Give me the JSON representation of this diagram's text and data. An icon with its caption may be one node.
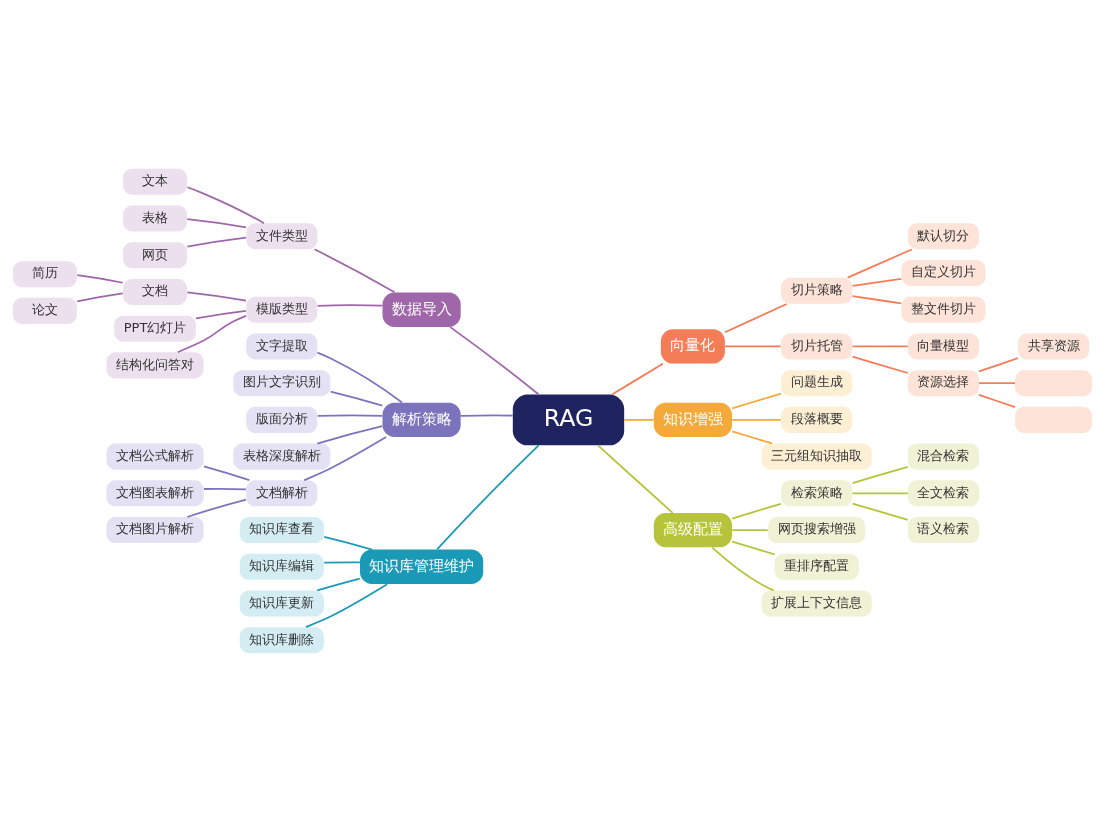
{
  "diagram": {
    "nodes": [
      {
        "text": [
          "RAG"
        ]
      },
      {
        "text": [
          "数据导入"
        ]
      },
      {
        "text": [
          "文件类型"
        ]
      },
      {
        "text": [
          "文本"
        ]
      },
      {
        "text": [
          "表格"
        ]
      },
      {
        "text": [
          "网页"
        ]
      },
      {
        "text": [
          "模版类型"
        ]
      },
      {
        "text": [
          "文档"
        ]
      },
      {
        "text": [
          "简历"
        ]
      },
      {
        "text": [
          "论文"
        ]
      },
      {
        "text": [
          "PPT幻灯片"
        ]
      },
      {
        "text": [
          "结构化问答对"
        ]
      },
      {
        "text": [
          "解析策略"
        ]
      },
      {
        "text": [
          "文字提取"
        ]
      },
      {
        "text": [
          "图片文字识别"
        ]
      },
      {
        "text": [
          "版面分析"
        ]
      },
      {
        "text": [
          "表格深度解析"
        ]
      },
      {
        "text": [
          "文档解析"
        ]
      },
      {
        "text": [
          "文档公式解析"
        ]
      },
      {
        "text": [
          "文档图表解析"
        ]
      },
      {
        "text": [
          "文档图片解析"
        ]
      },
      {
        "text": [
          "知识库管理维护"
        ]
      },
      {
        "text": [
          "知识库查看"
        ]
      },
      {
        "text": [
          "知识库编辑"
        ]
      },
      {
        "text": [
          "知识库更新"
        ]
      },
      {
        "text": [
          "知识库删除"
        ]
      },
      {
        "text": [
          "向量化"
        ]
      },
      {
        "text": [
          "切片策略"
        ]
      },
      {
        "text": [
          "默认切分"
        ]
      },
      {
        "text": [
          "自定义切片"
        ]
      },
      {
        "text": [
          "整文件切片"
        ]
      },
      {
        "text": [
          "切片托管"
        ]
      },
      {
        "text": [
          "向量模型"
        ]
      },
      {
        "text": [
          "资源选择"
        ]
      },
      {
        "text": [
          "共享资源"
        ]
      },
      {
        "text": [],
        "shape": "box"
      },
      {
        "text": [],
        "shape": "box"
      },
      {
        "text": [
          "知识增强"
        ]
      },
      {
        "text": [
          "问题生成"
        ]
      },
      {
        "text": [
          "段落概要"
        ]
      },
      {
        "text": [
          "三元组知识抽取"
        ]
      },
      {
        "text": [
          "高级配置"
        ]
      },
      {
        "text": [
          "检索策略"
        ]
      },
      {
        "text": [
          "混合检索"
        ]
      },
      {
        "text": [
          "全文检索"
        ]
      },
      {
        "text": [
          "语义检索"
        ]
      },
      {
        "text": [
          "网页搜索增强"
        ]
      },
      {
        "text": [
          "重排序配置"
        ]
      },
      {
        "text": [
          "扩展上下文信息"
        ]
      }
    ],
    "edges": [
      {
        "from": 0,
        "to": 1,
        "arrow": "none",
        "color": "#a066aa"
      },
      {
        "from": 1,
        "to": 2,
        "arrow": "none",
        "color": "#a066aa"
      },
      {
        "from": 2,
        "to": 3,
        "arrow": "none",
        "color": "#a066aa"
      },
      {
        "from": 2,
        "to": 4,
        "arrow": "none",
        "color": "#a066aa"
      },
      {
        "from": 2,
        "to": 5,
        "arrow": "none",
        "color": "#a066aa"
      },
      {
        "from": 1,
        "to": 6,
        "arrow": "none",
        "color": "#a066aa"
      },
      {
        "from": 6,
        "to": 7,
        "arrow": "none",
        "color": "#a066aa"
      },
      {
        "from": 7,
        "to": 8,
        "arrow": "none",
        "color": "#a066aa"
      },
      {
        "from": 7,
        "to": 9,
        "arrow": "none",
        "color": "#a066aa"
      },
      {
        "from": 6,
        "to": 10,
        "arrow": "none",
        "color": "#a066aa"
      },
      {
        "from": 6,
        "to": 11,
        "arrow": "none",
        "color": "#a066aa"
      },
      {
        "from": 0,
        "to": 12,
        "arrow": "none",
        "color": "#7b74bd"
      },
      {
        "from": 12,
        "to": 13,
        "arrow": "none",
        "color": "#7b74bd"
      },
      {
        "from": 12,
        "to": 14,
        "arrow": "none",
        "color": "#7b74bd"
      },
      {
        "from": 12,
        "to": 15,
        "arrow": "none",
        "color": "#7b74bd"
      },
      {
        "from": 12,
        "to": 16,
        "arrow": "none",
        "color": "#7b74bd"
      },
      {
        "from": 12,
        "to": 17,
        "arrow": "none",
        "color": "#7b74bd"
      },
      {
        "from": 17,
        "to": 18,
        "arrow": "none",
        "color": "#7b74bd"
      },
      {
        "from": 17,
        "to": 19,
        "arrow": "none",
        "color": "#7b74bd"
      },
      {
        "from": 17,
        "to": 20,
        "arrow": "none",
        "color": "#7b74bd"
      },
      {
        "from": 0,
        "to": 21,
        "arrow": "none",
        "color": "#1b9ab8"
      },
      {
        "from": 21,
        "to": 22,
        "arrow": "none",
        "color": "#1b9ab8"
      },
      {
        "from": 21,
        "to": 23,
        "arrow": "none",
        "color": "#1b9ab8"
      },
      {
        "from": 21,
        "to": 24,
        "arrow": "none",
        "color": "#1b9ab8"
      },
      {
        "from": 21,
        "to": 25,
        "arrow": "none",
        "color": "#1b9ab8"
      },
      {
        "from": 0,
        "to": 26,
        "arrow": "none",
        "color": "#f47c56"
      },
      {
        "from": 26,
        "to": 27,
        "arrow": "none",
        "color": "#f47c56"
      },
      {
        "from": 27,
        "to": 28,
        "arrow": "none",
        "color": "#f47c56"
      },
      {
        "from": 27,
        "to": 29,
        "arrow": "none",
        "color": "#f47c56"
      },
      {
        "from": 27,
        "to": 30,
        "arrow": "none",
        "color": "#f47c56"
      },
      {
        "from": 26,
        "to": 31,
        "arrow": "none",
        "color": "#f47c56"
      },
      {
        "from": 31,
        "to": 32,
        "arrow": "none",
        "color": "#f47c56"
      },
      {
        "from": 31,
        "to": 33,
        "arrow": "none",
        "color": "#f47c56"
      },
      {
        "from": 33,
        "to": 34,
        "arrow": "none",
        "color": "#f47c56"
      },
      {
        "from": 33,
        "to": 35,
        "arrow": "none",
        "color": "#f47c56"
      },
      {
        "from": 33,
        "to": 36,
        "arrow": "none",
        "color": "#f47c56"
      },
      {
        "from": 0,
        "to": 37,
        "arrow": "none",
        "color": "#f5a93a"
      },
      {
        "from": 37,
        "to": 38,
        "arrow": "none",
        "color": "#f5a93a"
      },
      {
        "from": 37,
        "to": 39,
        "arrow": "none",
        "color": "#f5a93a"
      },
      {
        "from": 37,
        "to": 40,
        "arrow": "none",
        "color": "#f5a93a"
      },
      {
        "from": 0,
        "to": 41,
        "arrow": "none",
        "color": "#b5c43a"
      },
      {
        "from": 41,
        "to": 42,
        "arrow": "none",
        "color": "#b5c43a"
      },
      {
        "from": 42,
        "to": 43,
        "arrow": "none",
        "color": "#b5c43a"
      },
      {
        "from": 42,
        "to": 44,
        "arrow": "none",
        "color": "#b5c43a"
      },
      {
        "from": 42,
        "to": 45,
        "arrow": "none",
        "color": "#b5c43a"
      },
      {
        "from": 41,
        "to": 46,
        "arrow": "none",
        "color": "#b5c43a"
      },
      {
        "from": 41,
        "to": 47,
        "arrow": "none",
        "color": "#b5c43a"
      },
      {
        "from": 41,
        "to": 48,
        "arrow": "none",
        "color": "#b5c43a"
      }
    ]
  }
}
